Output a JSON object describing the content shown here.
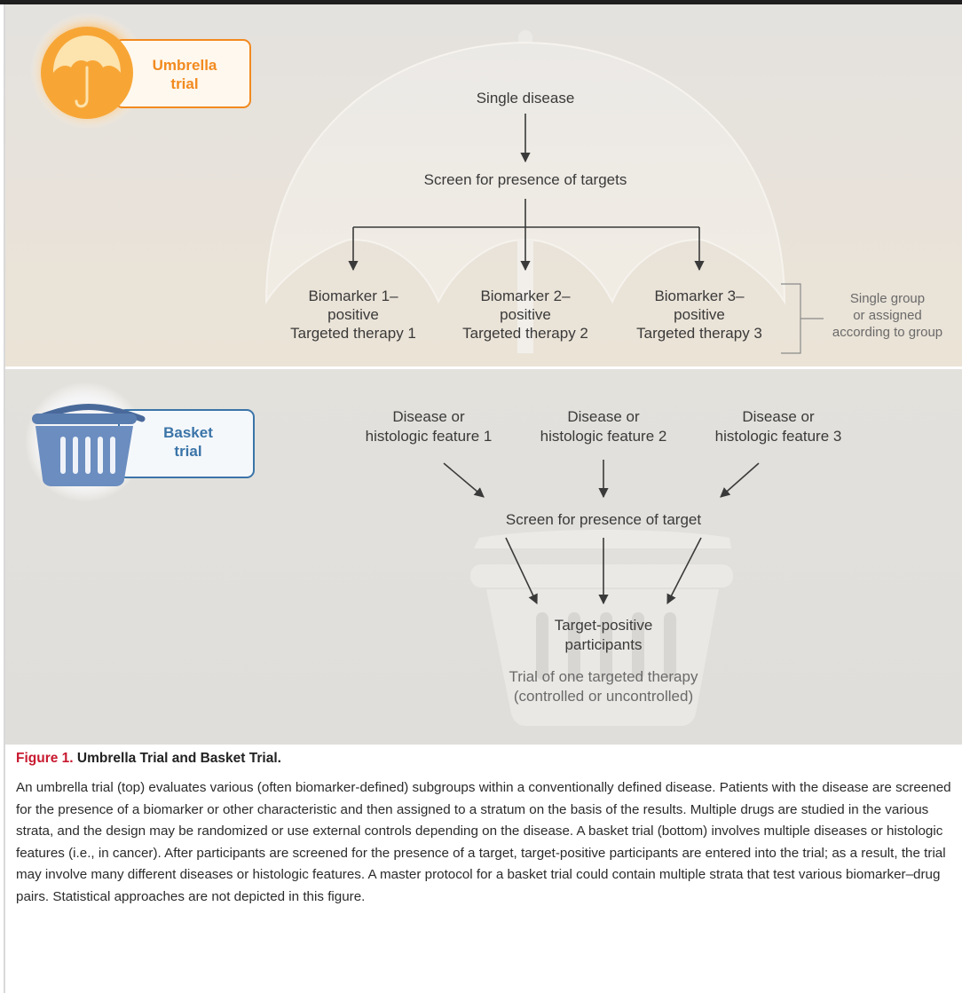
{
  "umbrella": {
    "title": "Umbrella\ntrial",
    "disease": "Single disease",
    "screen": "Screen for presence of targets",
    "biomarkers": [
      "Biomarker 1–\npositive\nTargeted therapy 1",
      "Biomarker 2–\npositive\nTargeted therapy 2",
      "Biomarker 3–\npositive\nTargeted therapy 3"
    ],
    "group_note": "Single group\nor assigned\naccording to group"
  },
  "basket": {
    "title": "Basket\ntrial",
    "diseases": [
      "Disease or\nhistologic feature 1",
      "Disease or\nhistologic feature 2",
      "Disease or\nhistologic feature 3"
    ],
    "screen": "Screen for presence of target",
    "participants": "Target-positive\nparticipants",
    "trial": "Trial of one targeted therapy\n(controlled or uncontrolled)"
  },
  "caption": {
    "figure_number": "Figure 1.",
    "title": "Umbrella Trial and Basket Trial.",
    "body": "An umbrella trial (top) evaluates various (often biomarker-defined) subgroups within a conventionally defined disease. Patients with the disease are screened for the presence of a biomarker or other characteristic and then assigned to a stratum on the basis of the results. Multiple drugs are studied in the various strata, and the design may be randomized or use external controls depending on the disease. A basket trial (bottom) involves multiple diseases or histologic features (i.e., in cancer). After participants are screened for the presence of a target, target-positive participants are entered into the trial; as a result, the trial may involve many different diseases or histologic features. A master protocol for a basket trial could contain multiple strata that test various biomarker–drug pairs. Statistical approaches are not depicted in this figure."
  },
  "colors": {
    "umbrella_accent": "#f28a1f",
    "basket_accent": "#3a74a8",
    "figure_number": "#c8192f",
    "arrow": "#3a3a3a"
  }
}
